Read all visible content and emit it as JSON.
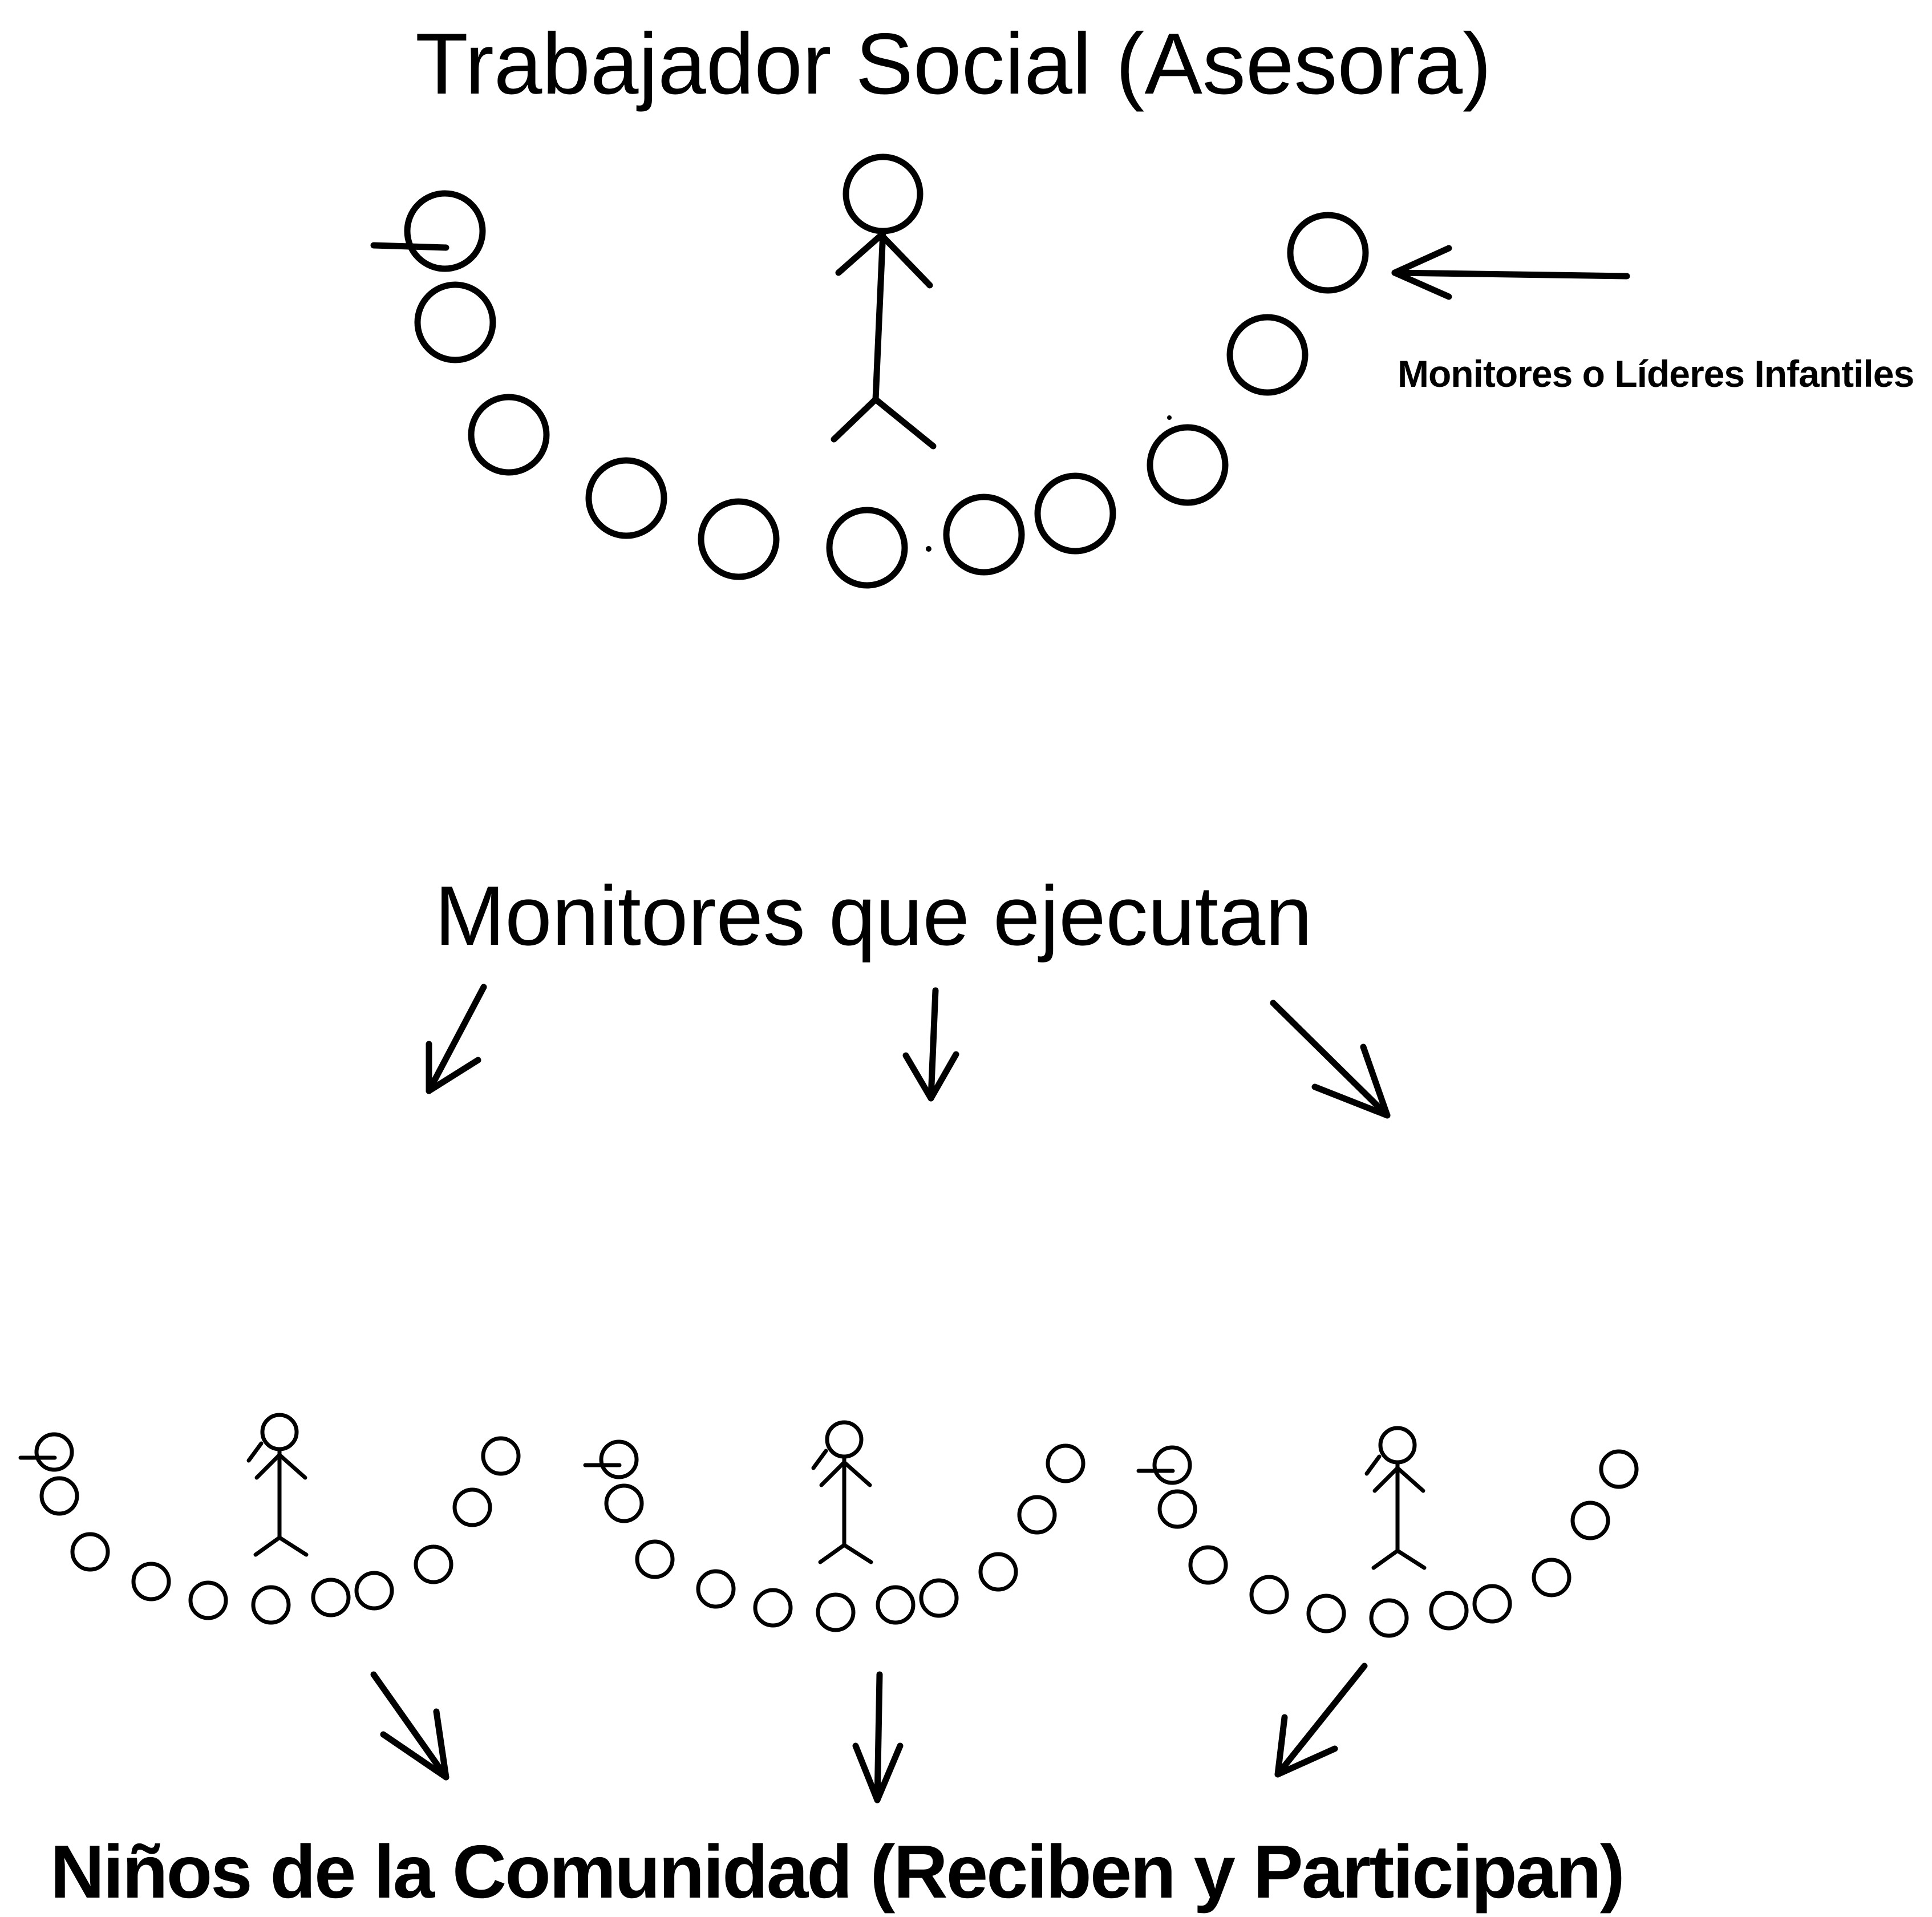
{
  "diagram": {
    "title": "Trabajador Social (Asesora)",
    "side_label": "Monitores o Líderes Infantiles",
    "middle_label": "Monitores que ejecutan",
    "bottom_label": "Niños de la Comunidad (Reciben y Participan)",
    "small_groups_count": 3,
    "circles_per_group": 12,
    "ink_color": "#000000"
  }
}
